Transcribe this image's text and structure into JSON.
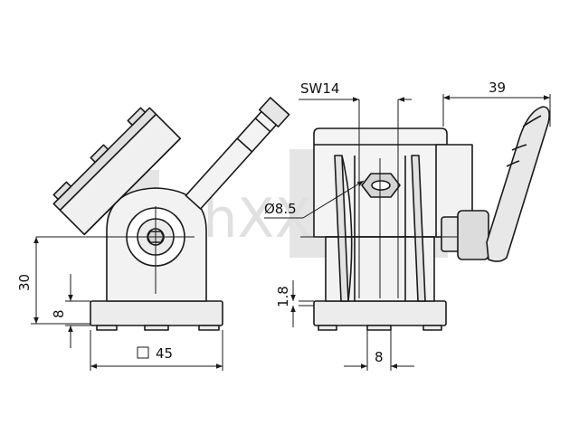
{
  "watermark": {
    "text": "TechXXL",
    "color": "#c8c8c8"
  },
  "line_color": "#1a1a1a",
  "fill_color": "#e8e8e8",
  "dimensions": {
    "sw": "SW14",
    "width_39": "39",
    "hole": "Ø8.5",
    "height_30": "30",
    "height_8": "8",
    "thickness": "1.8",
    "slot_8": "8",
    "square_45": "45"
  }
}
